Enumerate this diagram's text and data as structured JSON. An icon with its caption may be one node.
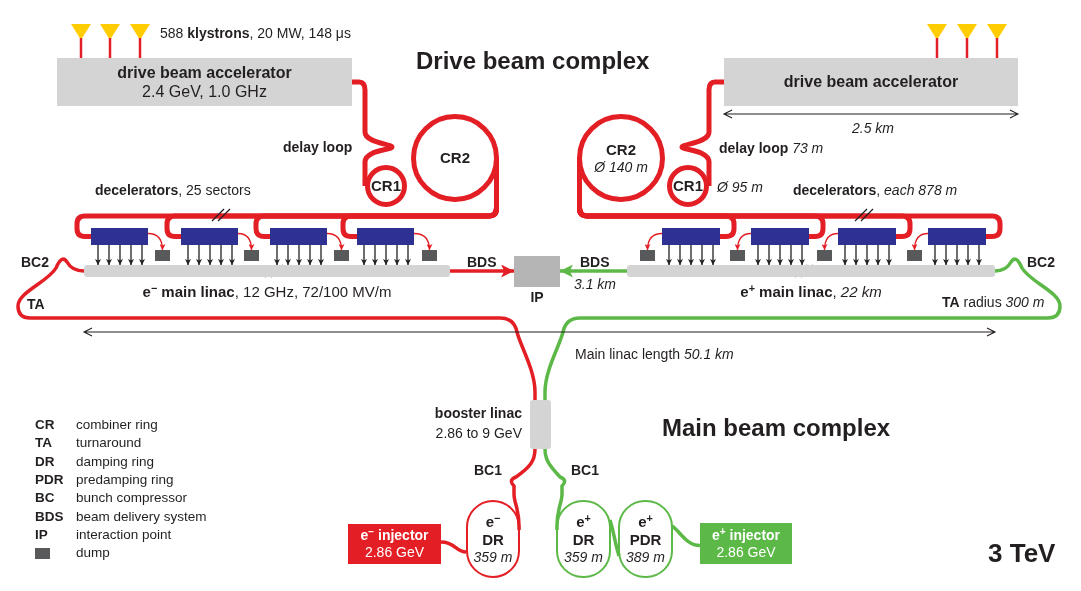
{
  "diagram": {
    "nodes": [
      {
        "text": [
          "drive beam accelerator",
          "2.4 GeV, 1.0 GHz"
        ]
      },
      {
        "text": [
          "CR1"
        ]
      },
      {
        "text": [
          "CR2"
        ]
      },
      {
        "text": [],
        "shape": "box"
      },
      {
        "text": [],
        "shape": "box"
      },
      {
        "text": [],
        "shape": "box"
      },
      {
        "text": [],
        "shape": "box"
      },
      {
        "text": [],
        "shape": "box"
      },
      {
        "text": [],
        "shape": "box"
      },
      {
        "text": [],
        "shape": "box"
      },
      {
        "text": [],
        "shape": "box"
      },
      {
        "text": [],
        "shape": "bar",
        "beside": [
          "**e$^{−}$ main linac**, 12 GHz, 72/100 MV/m"
        ]
      },
      {
        "text": [],
        "shape": "box",
        "beside": [
          "IP"
        ]
      },
      {
        "text": [
          "drive beam accelerator"
        ]
      },
      {
        "text": [
          "CR2",
          "Ø 140 m"
        ]
      },
      {
        "text": [
          "CR1"
        ],
        "beside": [
          "Ø 95 m"
        ]
      },
      {
        "text": [],
        "shape": "box"
      },
      {
        "text": [],
        "shape": "box"
      },
      {
        "text": [],
        "shape": "box"
      },
      {
        "text": [],
        "shape": "box"
      },
      {
        "text": [],
        "shape": "box"
      },
      {
        "text": [],
        "shape": "box"
      },
      {
        "text": [],
        "shape": "box"
      },
      {
        "text": [],
        "shape": "box"
      },
      {
        "text": [],
        "shape": "bar",
        "beside": [
          "**e$^{+}$ main linac**, *22 km*"
        ]
      },
      {
        "text": [],
        "shape": "bar",
        "beside": [
          "booster linac",
          "2.86 to 9 GeV"
        ]
      },
      {
        "text": [
          "e$^{−}$ injector",
          "2.86 GeV"
        ]
      },
      {
        "text": [
          "e$^{−}$",
          "DR",
          "359 m"
        ]
      },
      {
        "text": [
          "e$^{+}$",
          "DR",
          "359 m"
        ]
      },
      {
        "text": [
          "e$^{+}$",
          "PDR",
          "389 m"
        ]
      },
      {
        "text": [
          "e$^{+}$ injector",
          "2.86 GeV"
        ]
      }
    ],
    "edges": [
      {
        "from": 3,
        "to": 11,
        "arrow": "to"
      },
      {
        "from": 3,
        "to": 11,
        "arrow": "to"
      },
      {
        "from": 3,
        "to": 11,
        "arrow": "to"
      },
      {
        "from": 3,
        "to": 11,
        "arrow": "to"
      },
      {
        "from": 3,
        "to": 11,
        "arrow": "to"
      },
      {
        "from": 4,
        "to": 11,
        "arrow": "to"
      },
      {
        "from": 4,
        "to": 11,
        "arrow": "to"
      },
      {
        "from": 4,
        "to": 11,
        "arrow": "to"
      },
      {
        "from": 4,
        "to": 11,
        "arrow": "to"
      },
      {
        "from": 4,
        "to": 11,
        "arrow": "to"
      },
      {
        "from": 5,
        "to": 11,
        "arrow": "to"
      },
      {
        "from": 5,
        "to": 11,
        "arrow": "to"
      },
      {
        "from": 5,
        "to": 11,
        "arrow": "to"
      },
      {
        "from": 5,
        "to": 11,
        "arrow": "to"
      },
      {
        "from": 5,
        "to": 11,
        "arrow": "to"
      },
      {
        "from": 6,
        "to": 11,
        "arrow": "to"
      },
      {
        "from": 6,
        "to": 11,
        "arrow": "to"
      },
      {
        "from": 6,
        "to": 11,
        "arrow": "to"
      },
      {
        "from": 6,
        "to": 11,
        "arrow": "to"
      },
      {
        "from": 6,
        "to": 11,
        "arrow": "to"
      },
      {
        "from": 16,
        "to": 24,
        "arrow": "to"
      },
      {
        "from": 16,
        "to": 24,
        "arrow": "to"
      },
      {
        "from": 16,
        "to": 24,
        "arrow": "to"
      },
      {
        "from": 16,
        "to": 24,
        "arrow": "to"
      },
      {
        "from": 16,
        "to": 24,
        "arrow": "to"
      },
      {
        "from": 17,
        "to": 24,
        "arrow": "to"
      },
      {
        "from": 17,
        "to": 24,
        "arrow": "to"
      },
      {
        "from": 17,
        "to": 24,
        "arrow": "to"
      },
      {
        "from": 17,
        "to": 24,
        "arrow": "to"
      },
      {
        "from": 17,
        "to": 24,
        "arrow": "to"
      },
      {
        "from": 18,
        "to": 24,
        "arrow": "to"
      },
      {
        "from": 18,
        "to": 24,
        "arrow": "to"
      },
      {
        "from": 18,
        "to": 24,
        "arrow": "to"
      },
      {
        "from": 18,
        "to": 24,
        "arrow": "to"
      },
      {
        "from": 18,
        "to": 24,
        "arrow": "to"
      },
      {
        "from": 19,
        "to": 24,
        "arrow": "to"
      },
      {
        "from": 19,
        "to": 24,
        "arrow": "to"
      },
      {
        "from": 19,
        "to": 24,
        "arrow": "to"
      },
      {
        "from": 19,
        "to": 24,
        "arrow": "to"
      },
      {
        "from": 19,
        "to": 24,
        "arrow": "to"
      },
      {
        "from": 3,
        "to": 7,
        "arrow": "to",
        "color": "#e31e24"
      },
      {
        "from": 4,
        "to": 8,
        "arrow": "to",
        "color": "#e31e24"
      },
      {
        "from": 5,
        "to": 9,
        "arrow": "to",
        "color": "#e31e24"
      },
      {
        "from": 6,
        "to": 10,
        "arrow": "to",
        "color": "#e31e24"
      },
      {
        "from": 16,
        "to": 20,
        "arrow": "to",
        "color": "#e31e24"
      },
      {
        "from": 17,
        "to": 21,
        "arrow": "to",
        "color": "#e31e24"
      },
      {
        "from": 18,
        "to": 22,
        "arrow": "to",
        "color": "#e31e24"
      },
      {
        "from": 19,
        "to": 23,
        "arrow": "to",
        "color": "#e31e24"
      },
      {
        "from": 0,
        "to": 1,
        "arrow": "none",
        "style": "thick",
        "color": "#e31e24"
      },
      {
        "from": 2,
        "to": 3,
        "arrow": "none",
        "style": "thick",
        "color": "#e31e24"
      },
      {
        "from": 2,
        "to": 4,
        "arrow": "none",
        "style": "thick",
        "color": "#e31e24"
      },
      {
        "from": 2,
        "to": 5,
        "arrow": "none",
        "style": "thick",
        "color": "#e31e24"
      },
      {
        "from": 2,
        "to": 6,
        "arrow": "none",
        "style": "thick",
        "color": "#e31e24"
      },
      {
        "from": 13,
        "to": 15,
        "arrow": "none",
        "style": "thick",
        "color": "#e31e24"
      },
      {
        "from": 14,
        "to": 16,
        "arrow": "none",
        "style": "thick",
        "color": "#e31e24"
      },
      {
        "from": 14,
        "to": 17,
        "arrow": "none",
        "style": "thick",
        "color": "#e31e24"
      },
      {
        "from": 14,
        "to": 18,
        "arrow": "none",
        "style": "thick",
        "color": "#e31e24"
      },
      {
        "from": 14,
        "to": 19,
        "arrow": "none",
        "style": "thick",
        "color": "#e31e24"
      },
      {
        "from": 11,
        "to": 12,
        "arrow": "to",
        "style": "thick",
        "color": "#e31e24"
      },
      {
        "from": 24,
        "to": 12,
        "arrow": "to",
        "style": "thick",
        "color": "#5cb947"
      },
      {
        "from": 26,
        "to": 27,
        "arrow": "none",
        "style": "thick",
        "color": "#e31e24"
      },
      {
        "from": 27,
        "to": 25,
        "arrow": "none",
        "style": "thick",
        "color": "#e31e24"
      },
      {
        "from": 25,
        "to": 11,
        "arrow": "none",
        "style": "thick",
        "color": "#e31e24"
      },
      {
        "from": 30,
        "to": 29,
        "arrow": "none",
        "style": "thick",
        "color": "#5cb947"
      },
      {
        "from": 29,
        "to": 28,
        "arrow": "none",
        "style": "thick",
        "color": "#5cb947"
      },
      {
        "from": 28,
        "to": 25,
        "arrow": "none",
        "style": "thick",
        "color": "#5cb947"
      },
      {
        "from": 25,
        "to": 24,
        "arrow": "none",
        "style": "thick",
        "color": "#5cb947"
      }
    ],
    "labels": [
      "588 **klystrons**, 20 MW, 148 μs",
      "Drive beam complex",
      "2.5 km",
      "delay loop",
      "**delay loop** *73 m*",
      "**decelerators**, 25 sectors",
      "**decelerators**, *each 878 m*",
      "BC2",
      "BDS",
      "BDS",
      "BC2",
      "3.1 km",
      "TA",
      "**TA** radius *300 m*",
      "Main linac length *50.1 km*",
      "Main beam complex",
      "BC1",
      "BC1",
      "3 TeV",
      "CR",
      "combiner ring",
      "TA",
      "turnaround",
      "DR",
      "damping ring",
      "PDR",
      "predamping ring",
      "BC",
      "bunch compressor",
      "BDS",
      "beam delivery system",
      "IP",
      "interaction point"
    ],
    "legend": [
      {
        "text": "dump",
        "color": "#58595b"
      }
    ]
  }
}
